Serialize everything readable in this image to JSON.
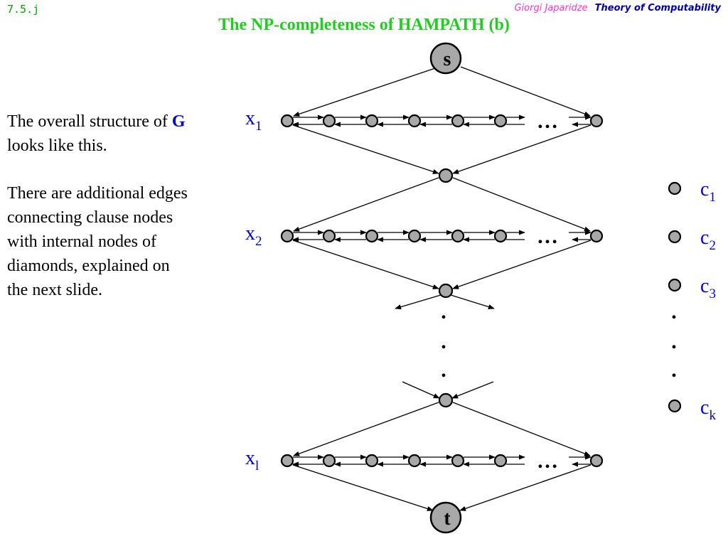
{
  "header": {
    "slide_number": "7.5.j",
    "author": "Giorgi Japaridze",
    "course": "Theory of Computability"
  },
  "title": "The NP-completeness of HAMPATH (b)",
  "body": {
    "p1_before": "The overall structure of ",
    "p1_bold": "G",
    "p1_after": " looks like this.",
    "p2": "There are additional edges connecting clause nodes with internal nodes of diamonds, explained on the next slide."
  },
  "diagram": {
    "start_label": "s",
    "end_label": "t",
    "variables": [
      {
        "base": "x",
        "sub": "1"
      },
      {
        "base": "x",
        "sub": "2"
      },
      {
        "base": "x",
        "sub": "l"
      }
    ],
    "clauses": [
      {
        "base": "c",
        "sub": "1"
      },
      {
        "base": "c",
        "sub": "2"
      },
      {
        "base": "c",
        "sub": "3"
      },
      {
        "base": "c",
        "sub": "k"
      }
    ],
    "ellipsis": "…",
    "vdot": "."
  }
}
